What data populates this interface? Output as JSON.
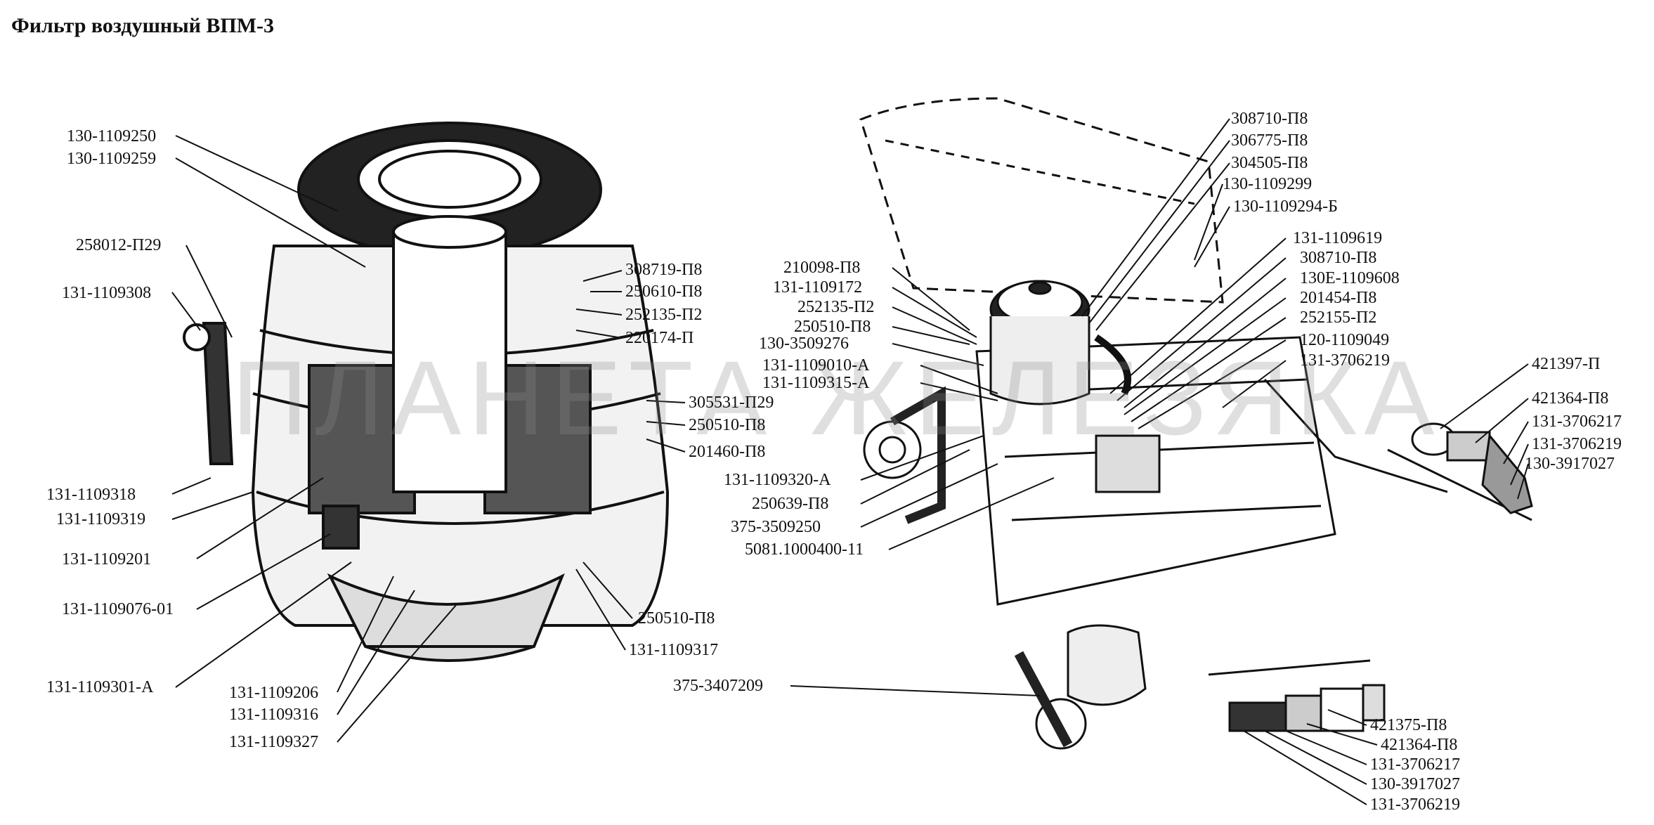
{
  "title": "Фильтр воздушный ВПМ-3",
  "watermark": "ПЛАНЕТА ЖЕЛЕЗЯКА",
  "colors": {
    "ink": "#111111",
    "paper": "#ffffff",
    "watermark": "#8c8c8c"
  },
  "labels": [
    "130-1109250",
    "130-1109259",
    "258012-П29",
    "131-1109308",
    "131-1109318",
    "131-1109319",
    "131-1109201",
    "131-1109076-01",
    "131-1109301-А",
    "131-1109206",
    "131-1109316",
    "131-1109327",
    "308719-П8",
    "250610-П8",
    "252135-П2",
    "220174-П",
    "305531-П29",
    "250510-П8",
    "201460-П8",
    "250510-П8",
    "131-1109317",
    "210098-П8",
    "131-1109172",
    "252135-П2",
    "250510-П8",
    "130-3509276",
    "131-1109010-А",
    "131-1109315-А",
    "131-1109320-А",
    "250639-П8",
    "375-3509250",
    "5081.1000400-11",
    "375-3407209",
    "308710-П8",
    "306775-П8",
    "304505-П8",
    "130-1109299",
    "130-1109294-Б",
    "131-1109619",
    "308710-П8",
    "130Е-1109608",
    "201454-П8",
    "252155-П2",
    "120-1109049",
    "131-3706219",
    "421397-П",
    "421364-П8",
    "131-3706217",
    "131-3706219",
    "130-3917027",
    "421375-П8",
    "421364-П8",
    "131-3706217",
    "130-3917027",
    "131-3706219"
  ]
}
